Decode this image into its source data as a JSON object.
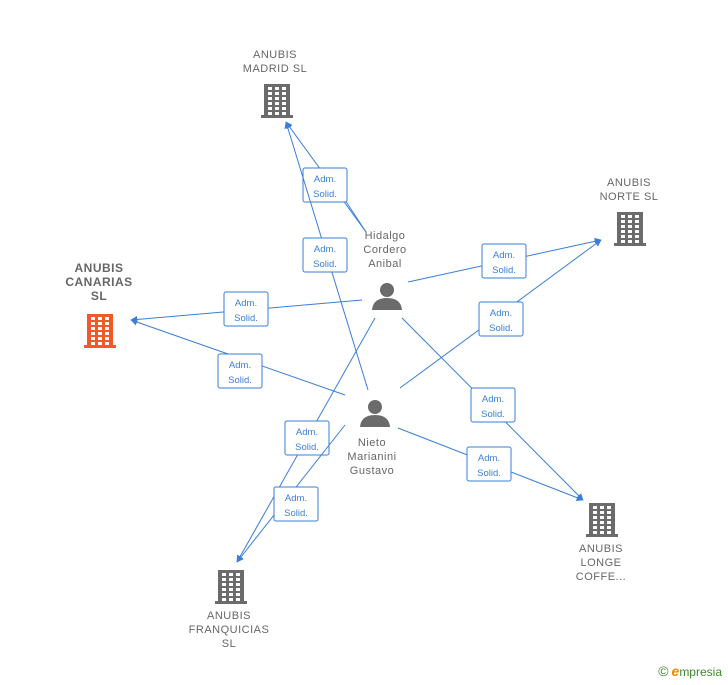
{
  "colors": {
    "edge": "#3a7fd5",
    "company": "#6b6b6b",
    "company_highlight": "#f05a28",
    "person": "#6b6b6b",
    "label": "#666666"
  },
  "nodes": [
    {
      "id": "madrid",
      "type": "company",
      "icon": "building-icon",
      "lines": [
        "ANUBIS",
        "MADRID  SL"
      ],
      "highlight": false
    },
    {
      "id": "norte",
      "type": "company",
      "icon": "building-icon",
      "lines": [
        "ANUBIS",
        "NORTE  SL"
      ],
      "highlight": false
    },
    {
      "id": "canarias",
      "type": "company",
      "icon": "building-icon",
      "lines": [
        "ANUBIS",
        "CANARIAS",
        "SL"
      ],
      "highlight": true
    },
    {
      "id": "longe",
      "type": "company",
      "icon": "building-icon",
      "lines": [
        "ANUBIS",
        "LONGE",
        "COFFE..."
      ],
      "highlight": false
    },
    {
      "id": "franquicias",
      "type": "company",
      "icon": "building-icon",
      "lines": [
        "ANUBIS",
        "FRANQUICIAS",
        "SL"
      ],
      "highlight": false
    },
    {
      "id": "hidalgo",
      "type": "person",
      "icon": "person-icon",
      "lines": [
        "Hidalgo",
        "Cordero",
        "Anibal"
      ],
      "highlight": false
    },
    {
      "id": "nieto",
      "type": "person",
      "icon": "person-icon",
      "lines": [
        "Nieto",
        "Marianini",
        "Gustavo"
      ],
      "highlight": false
    }
  ],
  "edges": [
    {
      "from": "hidalgo",
      "to": "madrid",
      "label": [
        "Adm.",
        "Solid."
      ]
    },
    {
      "from": "nieto",
      "to": "madrid",
      "label": [
        "Adm.",
        "Solid."
      ]
    },
    {
      "from": "hidalgo",
      "to": "norte",
      "label": [
        "Adm.",
        "Solid."
      ]
    },
    {
      "from": "nieto",
      "to": "norte",
      "label": [
        "Adm.",
        "Solid."
      ]
    },
    {
      "from": "hidalgo",
      "to": "canarias",
      "label": [
        "Adm.",
        "Solid."
      ]
    },
    {
      "from": "nieto",
      "to": "canarias",
      "label": [
        "Adm.",
        "Solid."
      ]
    },
    {
      "from": "hidalgo",
      "to": "longe",
      "label": [
        "Adm.",
        "Solid."
      ]
    },
    {
      "from": "nieto",
      "to": "longe",
      "label": [
        "Adm.",
        "Solid."
      ]
    },
    {
      "from": "hidalgo",
      "to": "franquicias",
      "label": [
        "Adm.",
        "Solid."
      ]
    },
    {
      "from": "nieto",
      "to": "franquicias",
      "label": [
        "Adm.",
        "Solid."
      ]
    }
  ],
  "brand": {
    "copyright": "©",
    "initial": "e",
    "name": "mpresia"
  }
}
